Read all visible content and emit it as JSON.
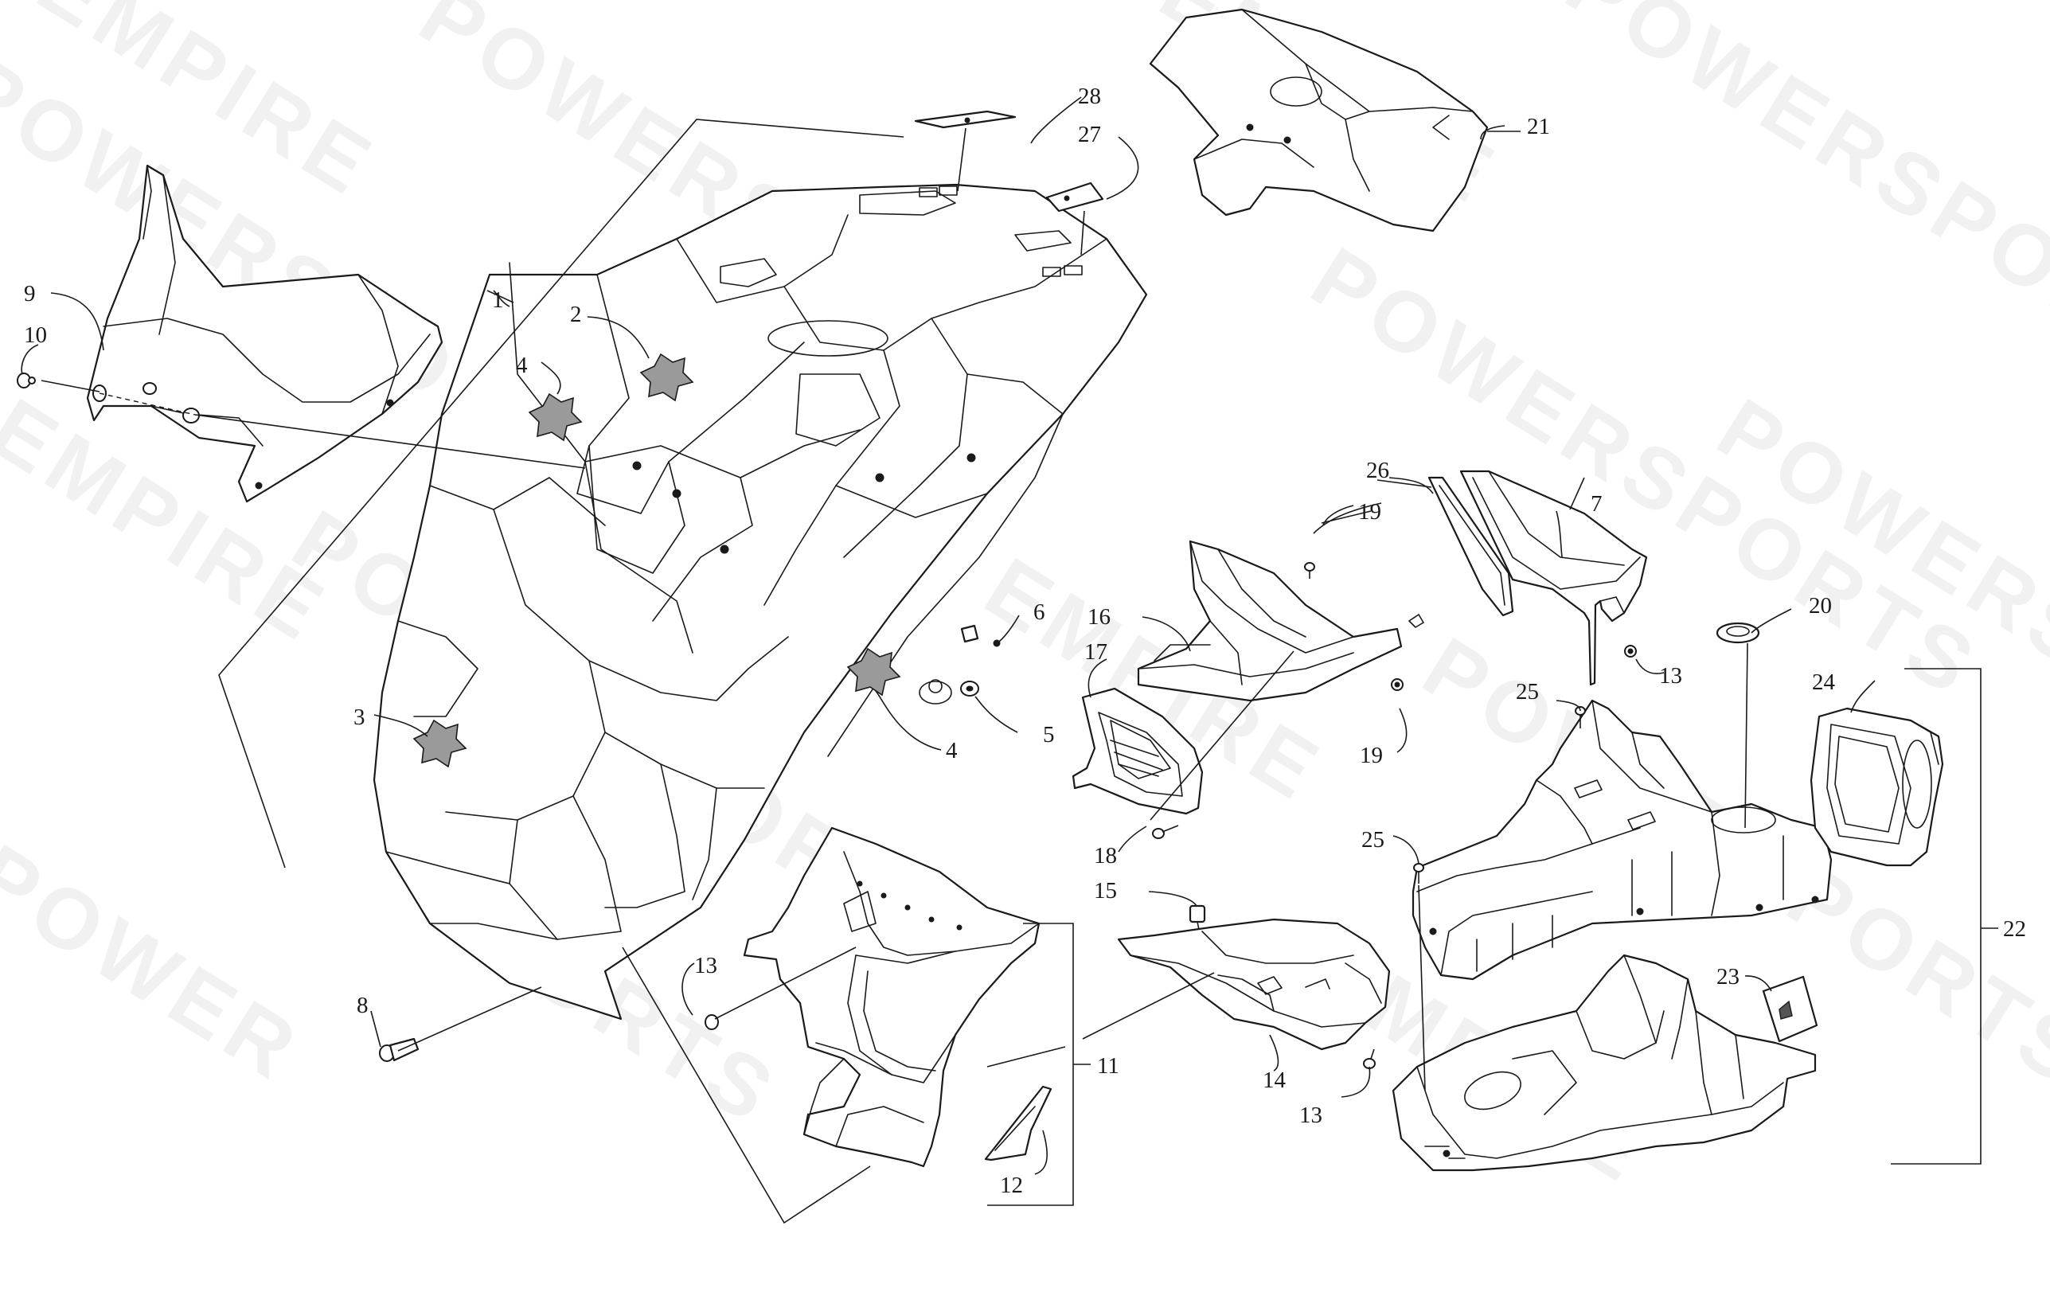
{
  "watermark": {
    "text_a": "EMPIRE",
    "text_b": "POWERSPORTS",
    "text_c": "POWER",
    "text_d": "SPORTS"
  },
  "callouts": {
    "c1": "1",
    "c2": "2",
    "c3": "3",
    "c4a": "4",
    "c4b": "4",
    "c5": "5",
    "c6": "6",
    "c7": "7",
    "c8": "8",
    "c9": "9",
    "c10": "10",
    "c11": "11",
    "c12": "12",
    "c13a": "13",
    "c13b": "13",
    "c13c": "13",
    "c14": "14",
    "c15": "15",
    "c16": "16",
    "c17": "17",
    "c18": "18",
    "c19a": "19",
    "c19b": "19",
    "c20": "20",
    "c21": "21",
    "c22": "22",
    "c23": "23",
    "c24": "24",
    "c25a": "25",
    "c25b": "25",
    "c26": "26",
    "c27": "27",
    "c28": "28"
  }
}
